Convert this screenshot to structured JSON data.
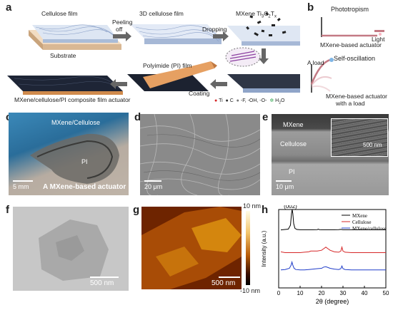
{
  "panel_a": {
    "label": "a",
    "cellulose_film": "Cellulose film",
    "substrate": "Substrate",
    "peeling_off_1": "Peeling",
    "peeling_off_2": "off",
    "film_3d": "3D cellulose film",
    "dropping": "Dropping",
    "mxene": "MXene Ti",
    "mxene_sub1": "3",
    "mxene_c": "C",
    "mxene_sub2": "2",
    "mxene_t": "T",
    "mxene_sub3": "x",
    "pi_film": "Polyimide (PI) film",
    "coating": "Coating",
    "composite": "MXene/cellulose/PI composite film actuator",
    "legend_ti": "Ti",
    "legend_c": "C",
    "legend_groups": "-F, -OH, -O-",
    "legend_h2o": "H",
    "legend_h2o_sub": "2",
    "legend_h2o_end": "O"
  },
  "panel_b": {
    "label": "b",
    "phototropism": "Phototropism",
    "light": "Light",
    "actuator": "MXene-based actuator",
    "a_load": "A load",
    "self_osc": "Self-oscillation",
    "actuator_load_1": "MXene-based actuator",
    "actuator_load_2": "with a load"
  },
  "panel_c": {
    "label": "c",
    "mxene_cellulose": "MXene/Cellulose",
    "pi": "PI",
    "scale": "5 mm",
    "caption": "A MXene-based actuator"
  },
  "panel_d": {
    "label": "d",
    "scale": "20 μm"
  },
  "panel_e": {
    "label": "e",
    "mxene": "MXene",
    "cellulose": "Cellulose",
    "pi": "PI",
    "scale": "10 μm",
    "inset_scale": "500 nm"
  },
  "panel_f": {
    "label": "f",
    "scale": "500 nm"
  },
  "panel_g": {
    "label": "g",
    "scale": "500 nm",
    "cbar_top": "10 nm",
    "cbar_bottom": "-10 nm"
  },
  "colors": {
    "mxene_line": "#000000",
    "cellulose_line": "#d62728",
    "composite_line": "#1f3cc9"
  },
  "chart_data": {
    "type": "line",
    "label": "h",
    "xlabel": "2θ (degree)",
    "ylabel": "Intensity (a.u.)",
    "xlim": [
      0,
      50
    ],
    "xticks": [
      "0",
      "10",
      "20",
      "30",
      "40",
      "50"
    ],
    "annotation": "(002)",
    "series": [
      {
        "name": "MXene",
        "color": "#000000",
        "x": [
          1,
          3,
          4.5,
          5.5,
          6.0,
          6.3,
          6.6,
          7.0,
          7.6,
          8.5,
          10,
          12,
          14,
          16,
          18,
          18.5,
          19,
          20,
          22,
          24,
          26,
          28,
          29,
          30,
          32,
          34,
          36,
          38,
          40,
          45,
          50
        ],
        "y": [
          0.74,
          0.745,
          0.75,
          0.8,
          0.95,
          1.0,
          0.95,
          0.82,
          0.76,
          0.745,
          0.742,
          0.742,
          0.742,
          0.742,
          0.744,
          0.75,
          0.744,
          0.742,
          0.742,
          0.742,
          0.742,
          0.744,
          0.746,
          0.742,
          0.742,
          0.742,
          0.742,
          0.742,
          0.742,
          0.742,
          0.742
        ]
      },
      {
        "name": "Cellulose",
        "color": "#d62728",
        "x": [
          1,
          3,
          5,
          8,
          10,
          12,
          14,
          15,
          16,
          18,
          20,
          21,
          22,
          23,
          24,
          26,
          28,
          29,
          29.5,
          30,
          31,
          34,
          38,
          42,
          46,
          50
        ],
        "y": [
          0.46,
          0.45,
          0.45,
          0.45,
          0.45,
          0.455,
          0.46,
          0.47,
          0.47,
          0.47,
          0.48,
          0.5,
          0.52,
          0.5,
          0.48,
          0.46,
          0.455,
          0.47,
          0.52,
          0.47,
          0.455,
          0.45,
          0.45,
          0.45,
          0.45,
          0.45
        ]
      },
      {
        "name": "MXene/cellulose",
        "color": "#1f3cc9",
        "x": [
          1,
          3,
          5,
          5.8,
          6.2,
          6.6,
          7.2,
          8,
          10,
          12,
          14,
          16,
          18,
          20,
          21,
          22,
          23,
          24,
          26,
          28,
          29,
          29.5,
          30,
          31,
          34,
          38,
          42,
          46,
          50
        ],
        "y": [
          0.23,
          0.235,
          0.25,
          0.29,
          0.33,
          0.29,
          0.25,
          0.235,
          0.23,
          0.23,
          0.235,
          0.24,
          0.245,
          0.25,
          0.265,
          0.27,
          0.26,
          0.25,
          0.24,
          0.235,
          0.245,
          0.28,
          0.245,
          0.235,
          0.23,
          0.23,
          0.23,
          0.23,
          0.23
        ]
      }
    ]
  }
}
